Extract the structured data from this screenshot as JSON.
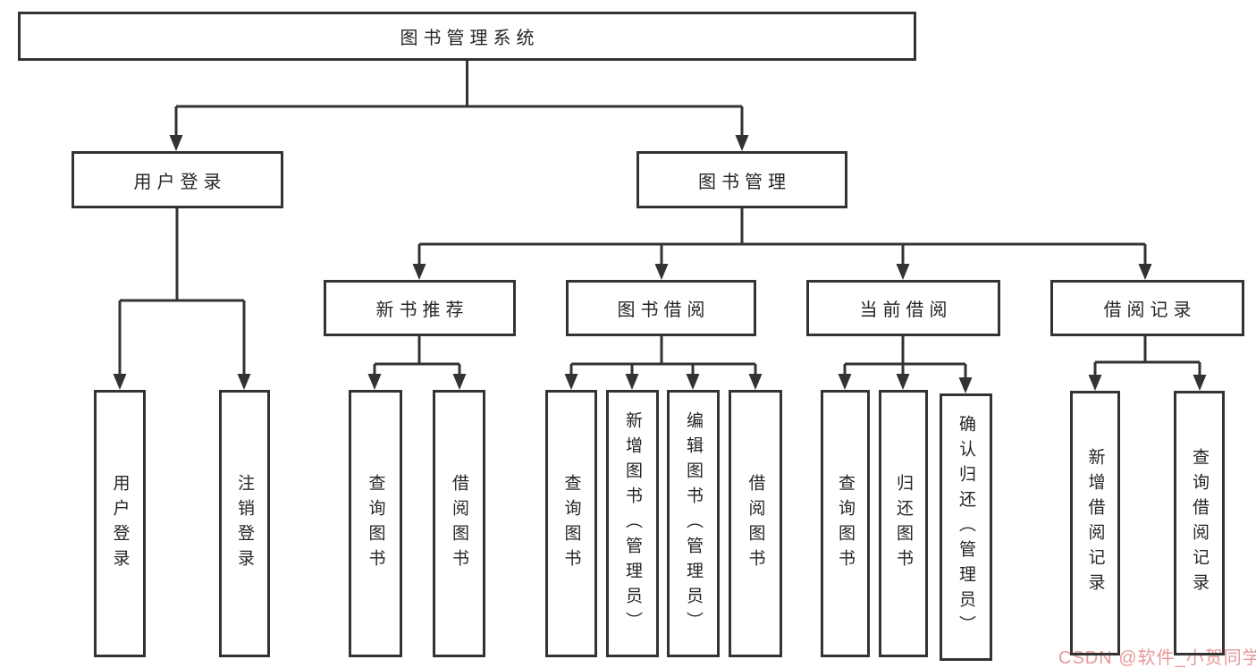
{
  "diagram": {
    "root": {
      "label": "图书管理系统",
      "children": [
        {
          "label": "用户登录",
          "children": [
            {
              "label": "用户登录"
            },
            {
              "label": "注销登录"
            }
          ]
        },
        {
          "label": "图书管理",
          "children": [
            {
              "label": "新书推荐",
              "children": [
                {
                  "label": "查询图书"
                },
                {
                  "label": "借阅图书"
                }
              ]
            },
            {
              "label": "图书借阅",
              "children": [
                {
                  "label": "查询图书"
                },
                {
                  "label": "新增图书（管理员）"
                },
                {
                  "label": "编辑图书（管理员）"
                },
                {
                  "label": "借阅图书"
                }
              ]
            },
            {
              "label": "当前借阅",
              "children": [
                {
                  "label": "查询图书"
                },
                {
                  "label": "归还图书"
                },
                {
                  "label": "确认归还（管理员）"
                }
              ]
            },
            {
              "label": "借阅记录",
              "children": [
                {
                  "label": "新增借阅记录"
                },
                {
                  "label": "查询借阅记录"
                }
              ]
            }
          ]
        }
      ]
    }
  },
  "watermark": {
    "text": "CSDN @软件_小贺同学"
  },
  "colors": {
    "line": "#333333",
    "text": "#262626",
    "background": "#ffffff",
    "watermark": "#e89898"
  }
}
